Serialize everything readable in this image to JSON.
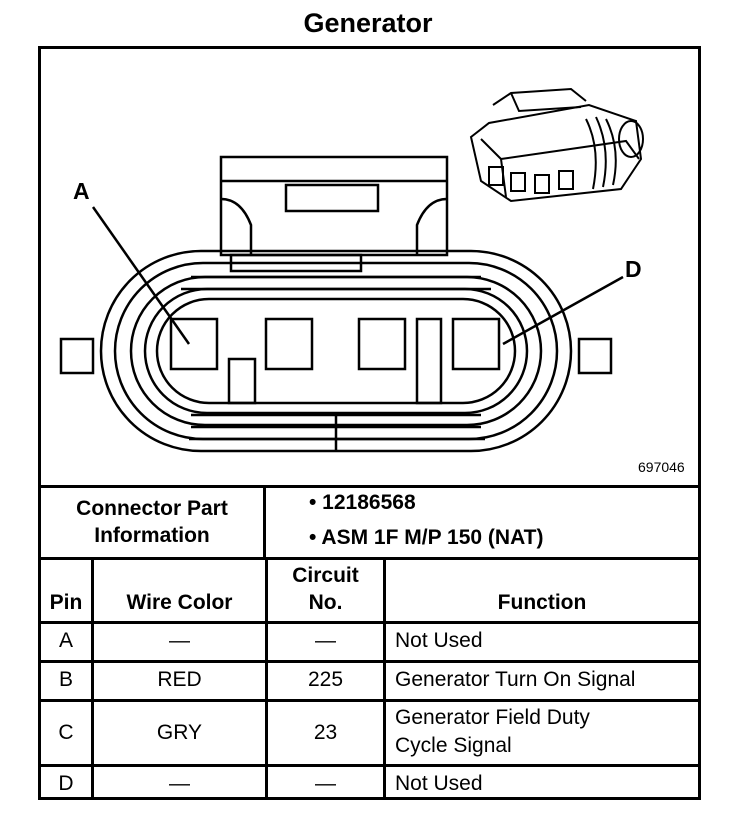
{
  "title": "Generator",
  "figure": {
    "pin_label_a": "A",
    "pin_label_d": "D",
    "figure_number": "697046"
  },
  "connector_info": {
    "label_line1": "Connector Part",
    "label_line2": "Information",
    "items": [
      "• 12186568",
      "• ASM 1F M/P 150 (NAT)"
    ]
  },
  "table": {
    "headers": {
      "pin": "Pin",
      "wire_color": "Wire Color",
      "circuit_line1": "Circuit",
      "circuit_line2": "No.",
      "function": "Function"
    },
    "rows": [
      {
        "pin": "A",
        "wire": "—",
        "circuit": "—",
        "function_line1": "Not Used",
        "function_line2": ""
      },
      {
        "pin": "B",
        "wire": "RED",
        "circuit": "225",
        "function_line1": "Generator Turn On Signal",
        "function_line2": ""
      },
      {
        "pin": "C",
        "wire": "GRY",
        "circuit": "23",
        "function_line1": "Generator Field Duty",
        "function_line2": "Cycle Signal"
      },
      {
        "pin": "D",
        "wire": "—",
        "circuit": "—",
        "function_line1": "Not Used",
        "function_line2": ""
      }
    ]
  }
}
